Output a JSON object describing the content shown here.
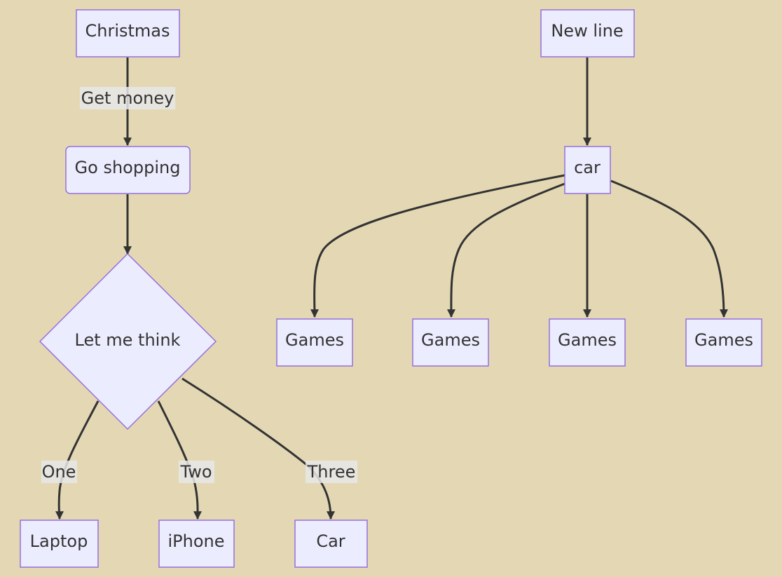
{
  "diagram": {
    "nodes": {
      "christmas": "Christmas",
      "go_shopping": "Go shopping",
      "decision": "Let me think",
      "laptop": "Laptop",
      "iphone": "iPhone",
      "car_result": "Car",
      "new_line": "New line",
      "car": "car",
      "games_1": "Games",
      "games_2": "Games",
      "games_3": "Games",
      "games_4": "Games"
    },
    "edges": {
      "get_money": "Get money",
      "one": "One",
      "two": "Two",
      "three": "Three"
    }
  },
  "colors": {
    "background": "#e4d8b4",
    "node_fill": "#ececff",
    "node_stroke": "#9370db",
    "edge": "#333333"
  }
}
